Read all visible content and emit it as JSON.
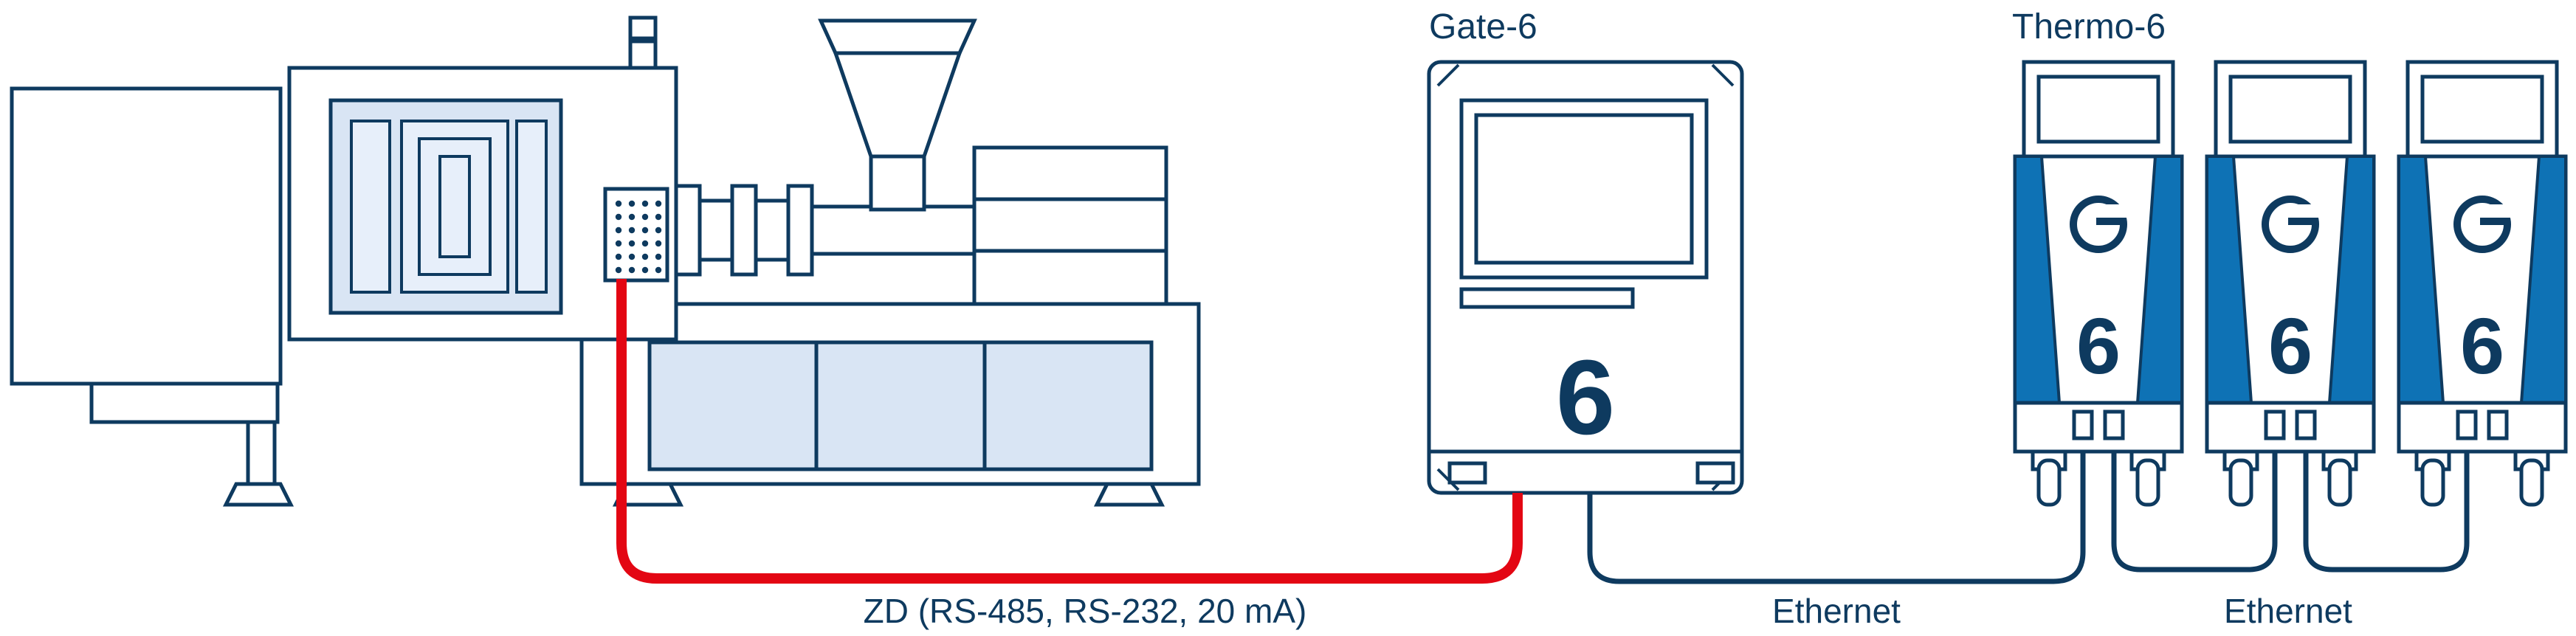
{
  "labels": {
    "gate_title": "Gate-6",
    "thermo_title": "Thermo-6",
    "zd_connection": "ZD (RS-485, RS-232, 20 mA)",
    "ethernet_left": "Ethernet",
    "ethernet_right": "Ethernet"
  },
  "devices": {
    "gate_digit": "6",
    "thermo_digit": "6"
  },
  "colors": {
    "line_navy": "#0e3a5f",
    "panel_blue": "#0e72b5",
    "fill_light_blue": "#d9e5f4",
    "cable_red": "#e30613"
  }
}
